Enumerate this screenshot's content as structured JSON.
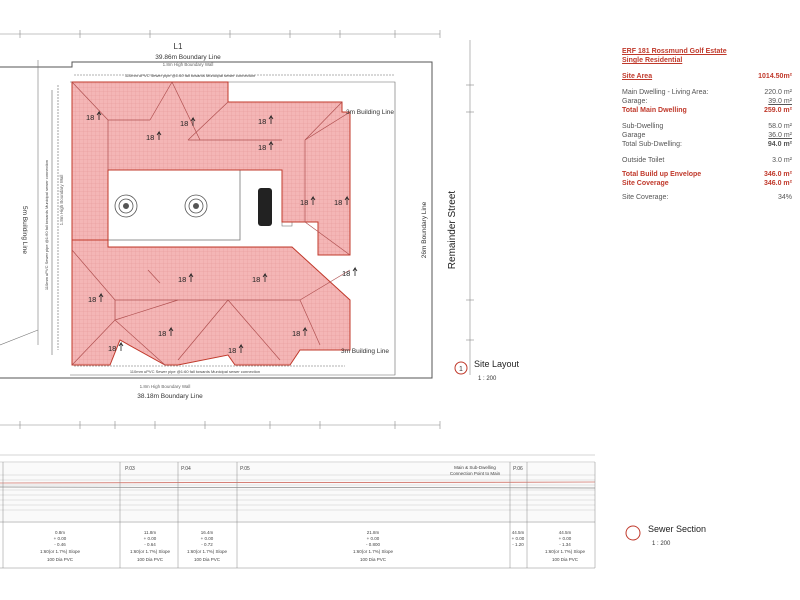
{
  "project": {
    "title_line1": "ERF 181 Rossmund Golf Estate",
    "title_line2": "Single Residential"
  },
  "schedule": {
    "site_area": {
      "label": "Site Area",
      "value": "1014.50m²"
    },
    "main": [
      {
        "label": "Main Dwelling - Living Area:",
        "value": "220.0 m²"
      },
      {
        "label": "Garage:",
        "value": "39.0 m²"
      },
      {
        "label": "Total Main Dwelling",
        "value": "259.0 m²"
      }
    ],
    "sub": [
      {
        "label": "Sub-Dwelling",
        "value": "58.0 m²"
      },
      {
        "label": "Garage",
        "value": "36.0 m²"
      },
      {
        "label": "Total Sub-Dwelling:",
        "value": "94.0 m²"
      }
    ],
    "toilet": {
      "label": "Outside Toilet",
      "value": "3.0 m²"
    },
    "totals": [
      {
        "label": "Total Build up Envelope",
        "value": "346.0 m²"
      },
      {
        "label": "Site Coverage",
        "value": "346.0 m²"
      }
    ],
    "coverage": {
      "label": "Site Coverage:",
      "value": "34%"
    }
  },
  "site_plan": {
    "top_label": "L1",
    "top_boundary": "39.86m Boundary Line",
    "top_wall": "1.8m High Boundary Wall",
    "top_sewer": "110mm uPVC Sewer pipe @1:60 fall towards Municipal sewer connection",
    "bottom_wall": "1.8m High Boundary Wall",
    "bottom_boundary": "38.18m Boundary Line",
    "bottom_sewer": "110mm uPVC Sewer pipe @1:60 fall towards Municipal sewer connection",
    "left_building_line": "5m Building Line",
    "left_sewer": "110mm uPVC Sewer pipe @1:60 fall towards Municipal sewer connection",
    "left_wall": "1.8m High Boundary Wall",
    "right_boundary": "26m Boundary Line",
    "street": "Remainder Street",
    "building_line_top": "3m Building Line",
    "building_line_bottom": "3m Building Line",
    "roof_pitch": "18",
    "view_number": "1",
    "view_title": "Site Layout",
    "view_scale": "1 : 200"
  },
  "sewer_section": {
    "title": "Sewer Section",
    "scale": "1 : 200",
    "points": [
      "P.03",
      "P.04",
      "P.05",
      "P.06"
    ],
    "connection_note_1": "Main & Sub-Dwelling",
    "connection_note_2": "Connection Point to Main",
    "chainages": [
      "0.8m",
      "11.8m",
      "16.4m",
      "21.8m",
      "44.5m",
      "44.5m"
    ],
    "levels_row1": [
      "+ 0.00",
      "+ 0.00",
      "+ 0.00",
      "+ 0.00",
      "+ 0.00",
      "+ 0.00"
    ],
    "levels_row2": [
      "- 0.46",
      "- 0.64",
      "- 0.72",
      "- 0.800",
      "- 1.20",
      "- 1.34"
    ],
    "slopes": [
      "1:60(or 1.7%) Slope",
      "1:60(or 1.7%) Slope",
      "1:60(or 1.7%) Slope",
      "1:60(or 1.7%) Slope",
      "1:60(or 1.7%) Slope"
    ],
    "pipes": [
      "100 Dia PVC",
      "100 Dia PVC",
      "100 Dia PVC",
      "100 Dia PVC",
      "100 Dia PVC"
    ]
  },
  "colors": {
    "roof_fill": "#f2b3b3",
    "roof_stroke": "#c0392b",
    "accent_red": "#c0392b"
  }
}
